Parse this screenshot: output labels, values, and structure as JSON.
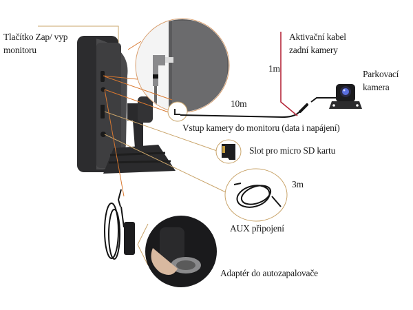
{
  "diagram": {
    "subject": "Car monitor with rear parking camera – connection overview",
    "labels": {
      "power_button": [
        "Tlačítko Zap/ vyp",
        "monitoru"
      ],
      "activation_cable": [
        "Aktivační kabel",
        "zadní kamery"
      ],
      "activation_length": "1m",
      "parking_camera": [
        "Parkovací",
        "kamera"
      ],
      "camera_cable_length": "10m",
      "camera_input": "Vstup kamery do monitoru (data i napájení)",
      "sd_slot": "Slot pro micro SD kartu",
      "aux_length": "3m",
      "aux": "AUX připojení",
      "car_adapter": "Adaptér do autozapalovače"
    },
    "colors": {
      "leader_line": "#c9a46a",
      "pointer_line": "#d9782f",
      "activation_wire": "#b5283a",
      "device_body": "#3b3b3d",
      "cable": "#141414",
      "camera_lens": "#5a6fe0"
    }
  }
}
